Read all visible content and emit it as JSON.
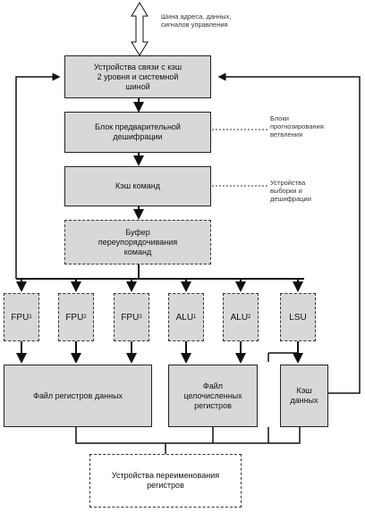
{
  "bus_label": "Шина адреса, данных,\nсигналов управления",
  "boxes": {
    "l2_interface": "Устройства связи с кэш\n2 уровня и системной\nшиной",
    "predecode": "Блок предварительной\nдешифрации",
    "icache": "Кэш команд",
    "reorder_buffer": "Буфер\nпереупорядочивания\nкоманд",
    "data_regfile": "Файл регистров данных",
    "int_regfile": "Файл\nцелочисленных\nрегистров",
    "dcache": "Кэш\nданных",
    "rename": "Устройства переименования\nрегистров"
  },
  "units": [
    {
      "name": "FPU",
      "sub": "1"
    },
    {
      "name": "FPU",
      "sub": "2"
    },
    {
      "name": "FPU",
      "sub": "3"
    },
    {
      "name": "ALU",
      "sub": "1"
    },
    {
      "name": "ALU",
      "sub": "2"
    },
    {
      "name": "LSU",
      "sub": ""
    }
  ],
  "notes": {
    "branch": "Блоки\nпрогнозирования\nветвления",
    "fetch": "Устройства\nвыборки и\nдешифрации"
  }
}
